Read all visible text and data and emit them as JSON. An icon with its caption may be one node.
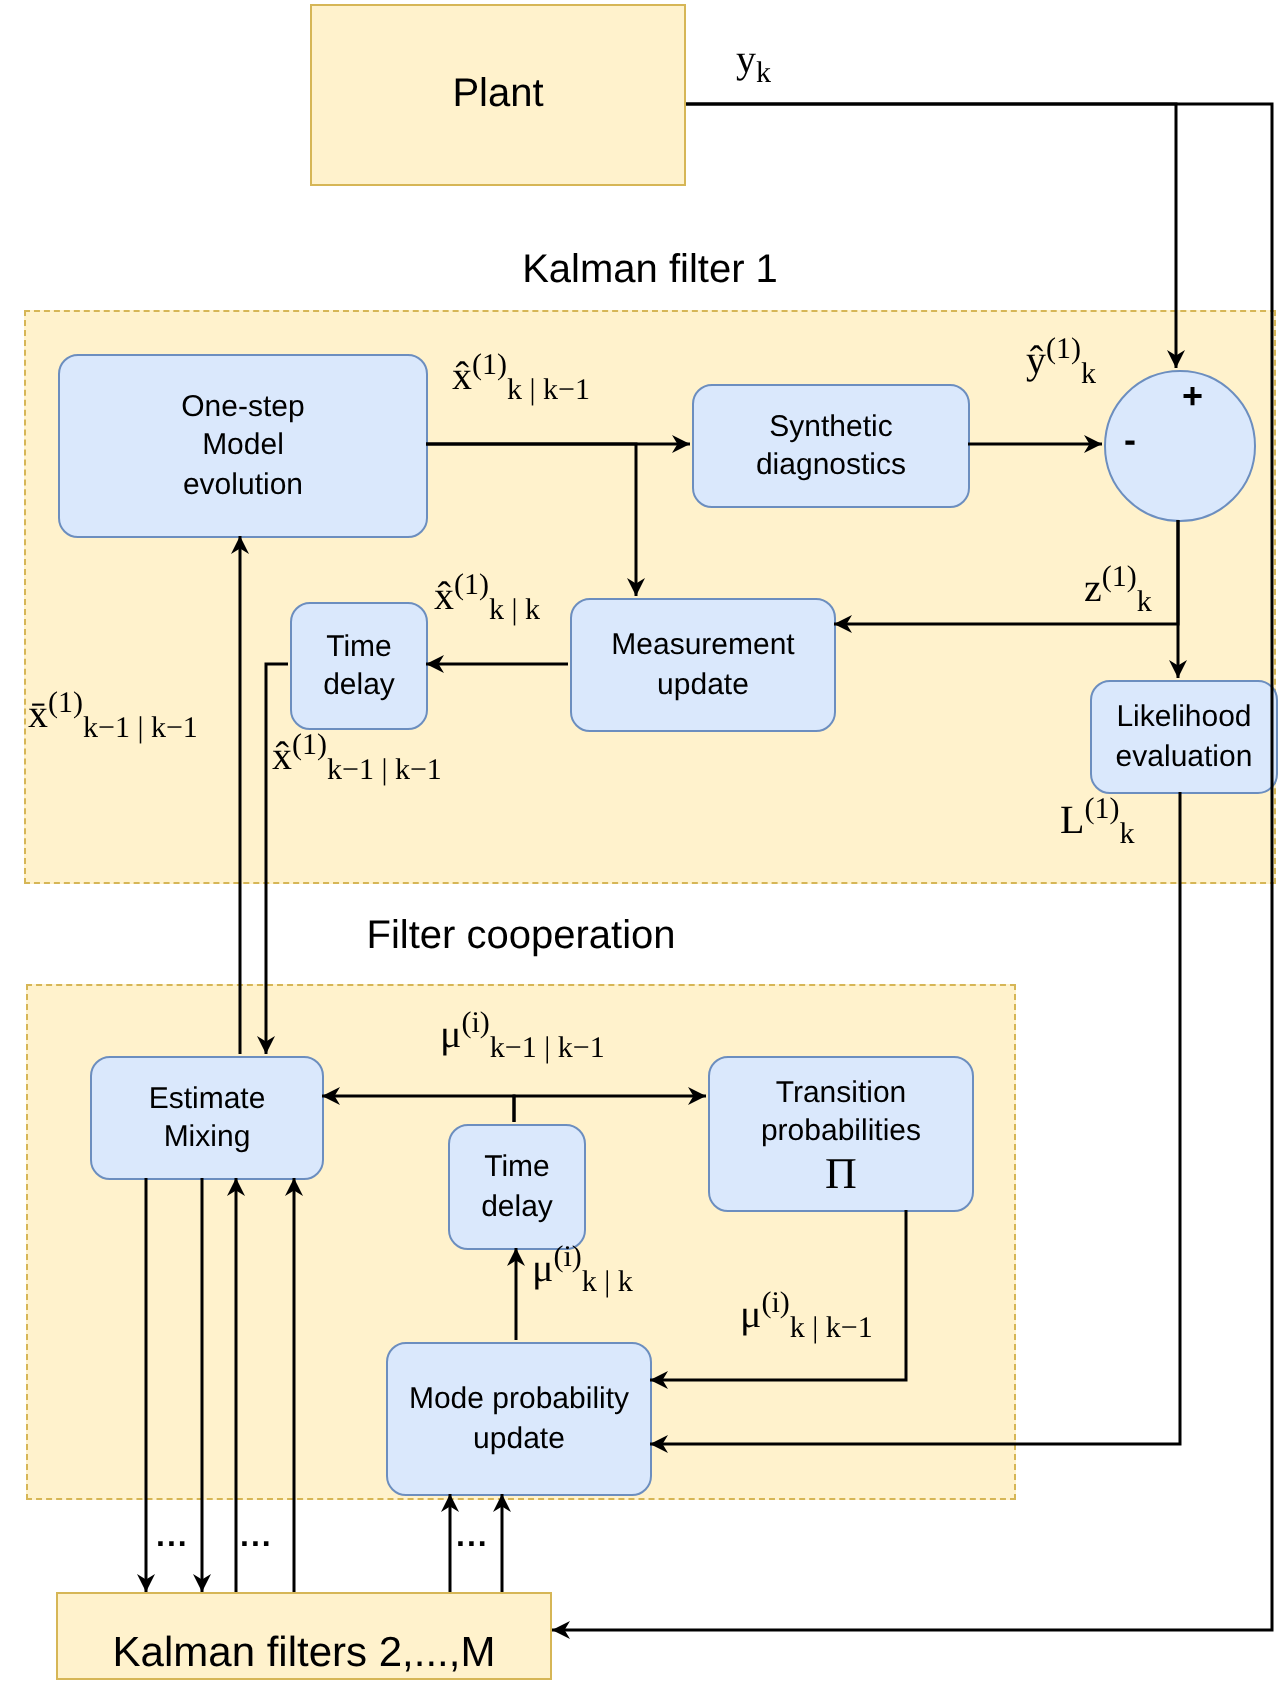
{
  "diagram": {
    "nodes": [
      {
        "text": [
          "Plant"
        ]
      },
      {
        "text": [
          "Kalman filter 1"
        ]
      },
      {
        "text": [
          "One-step Model evolution"
        ],
        "in": 1
      },
      {
        "text": [
          "Synthetic diagnostics"
        ],
        "in": 1
      },
      {
        "text": [
          "+",
          "-"
        ],
        "in": 1
      },
      {
        "text": [
          "Time delay"
        ],
        "in": 1
      },
      {
        "text": [
          "Measurement update"
        ],
        "in": 1
      },
      {
        "text": [
          "Likelihood evaluation"
        ],
        "in": 1
      },
      {
        "text": [
          "Filter cooperation"
        ]
      },
      {
        "text": [
          "Estimate Mixing"
        ],
        "in": 8
      },
      {
        "text": [
          "Time delay"
        ],
        "in": 8
      },
      {
        "text": [
          "Transition probabilities",
          "Π"
        ],
        "in": 8
      },
      {
        "text": [
          "Mode probability update"
        ],
        "in": 8
      },
      {
        "text": [
          "Kalman filters 2,...,M"
        ]
      }
    ],
    "edges": [
      {
        "from": 0,
        "to": 4,
        "arrow": "to",
        "label": "y$_{k}$"
      },
      {
        "from": 2,
        "to": 3,
        "arrow": "to",
        "label": "x̂$^{(1)}$$_{k | k−1}$"
      },
      {
        "from": 2,
        "to": 6,
        "arrow": "to"
      },
      {
        "from": 3,
        "to": 4,
        "arrow": "to",
        "label": "ŷ$^{(1)}$$_{k}$"
      },
      {
        "from": 4,
        "to": 6,
        "arrow": "to",
        "label": "z$^{(1)}$$_{k}$"
      },
      {
        "from": 4,
        "to": 7,
        "arrow": "to"
      },
      {
        "from": 6,
        "to": 5,
        "arrow": "to",
        "label": "x̂$^{(1)}$$_{k | k}$"
      },
      {
        "from": 5,
        "to": 9,
        "arrow": "to",
        "label": "x̂$^{(1)}$$_{k−1 | k−1}$"
      },
      {
        "from": 9,
        "to": 2,
        "arrow": "to",
        "label": "x̄$^{(1)}$$_{k−1 | k−1}$"
      },
      {
        "from": 7,
        "to": 12,
        "arrow": "to",
        "label": "L$^{(1)}$$_{k}$"
      },
      {
        "from": 10,
        "to": 9,
        "arrow": "to",
        "label": "μ$^{(i)}$$_{k−1 | k−1}$"
      },
      {
        "from": 10,
        "to": 11,
        "arrow": "to"
      },
      {
        "from": 12,
        "to": 10,
        "arrow": "to",
        "label": "μ$^{(i)}$$_{k | k}$"
      },
      {
        "from": 11,
        "to": 12,
        "arrow": "to",
        "label": "μ$^{(i)}$$_{k | k−1}$"
      },
      {
        "from": 9,
        "to": 13,
        "arrow": "to"
      },
      {
        "from": 9,
        "to": 13,
        "arrow": "to"
      },
      {
        "from": 13,
        "to": 9,
        "arrow": "to"
      },
      {
        "from": 13,
        "to": 9,
        "arrow": "to"
      },
      {
        "from": 13,
        "to": 12,
        "arrow": "to"
      },
      {
        "from": 13,
        "to": 12,
        "arrow": "to"
      },
      {
        "from": 0,
        "to": 13,
        "arrow": "to"
      }
    ],
    "labels": [
      "...",
      "...",
      "..."
    ]
  }
}
